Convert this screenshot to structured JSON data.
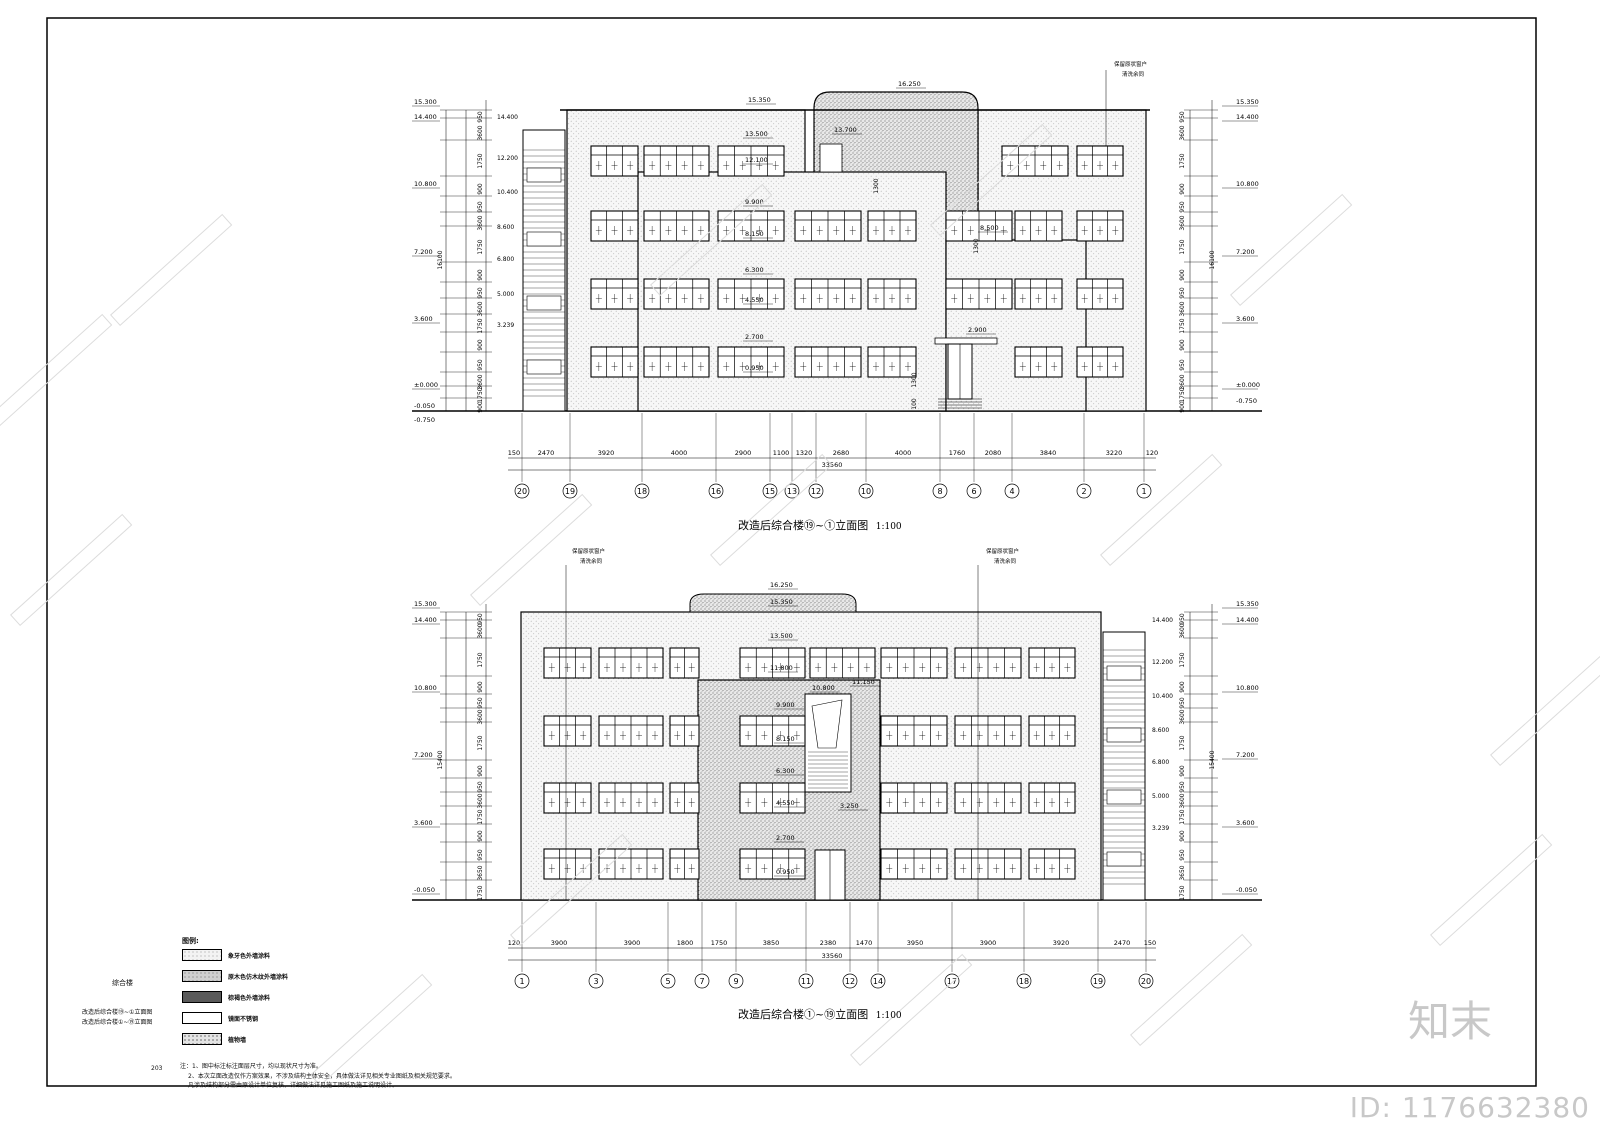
{
  "drawing": {
    "upper_title": "改造后综合楼⑲~①立面图",
    "upper_scale": "1:100",
    "lower_title": "改造后综合楼①~⑲立面图",
    "lower_scale": "1:100",
    "upper_callout": [
      "保留原状窗户",
      "清洗余同"
    ],
    "lower_callout_a": [
      "保留原状窗户",
      "清洗余同"
    ],
    "lower_callout_b": [
      "保留原状窗户",
      "清洗余同"
    ]
  },
  "upper_elev": {
    "left_levels": [
      "15.300",
      "14.400",
      "10.800",
      "7.200",
      "3.600",
      "±0.000",
      "-0.050",
      "-0.750"
    ],
    "right_levels": [
      "15.350",
      "14.400",
      "10.800",
      "7.200",
      "3.600",
      "±0.000",
      "-0.750"
    ],
    "stair_levels": [
      "14.400",
      "12.200",
      "10.400",
      "8.600",
      "6.800",
      "5.000",
      "3.239"
    ],
    "inner_levels": [
      "15.350",
      "13.500",
      "12.100",
      "9.900",
      "8.150",
      "6.300",
      "4.550",
      "2.700",
      "0.950",
      "2.900",
      "16.250",
      "13.700",
      "8.500"
    ],
    "left_dims": [
      "950",
      "3600",
      "1750",
      "900",
      "950",
      "3600",
      "1750",
      "900",
      "950",
      "3600",
      "1750",
      "900",
      "950",
      "3600",
      "1750",
      "900",
      "950",
      "750"
    ],
    "total_height": "16100",
    "misc_dims": [
      "1300",
      "1300",
      "1300",
      "100"
    ],
    "bottom_dims": [
      "150",
      "2470",
      "3920",
      "4000",
      "2900",
      "1100",
      "1320",
      "2680",
      "4000",
      "1760",
      "2080",
      "3840",
      "3220",
      "120"
    ],
    "total_width": "33560",
    "axes": [
      "20",
      "19",
      "18",
      "16",
      "15",
      "13",
      "12",
      "10",
      "8",
      "6",
      "4",
      "2",
      "1"
    ]
  },
  "lower_elev": {
    "left_levels": [
      "15.300",
      "14.400",
      "10.800",
      "7.200",
      "3.600",
      "-0.050"
    ],
    "right_levels": [
      "15.350",
      "14.400",
      "10.800",
      "7.200",
      "3.600",
      "-0.050"
    ],
    "stair_levels": [
      "14.400",
      "12.200",
      "10.400",
      "8.600",
      "6.800",
      "5.000",
      "3.239"
    ],
    "inner_levels": [
      "16.250",
      "15.350",
      "13.500",
      "11.800",
      "10.800",
      "11.150",
      "9.900",
      "8.150",
      "6.300",
      "4.550",
      "3.250",
      "2.700",
      "0.950"
    ],
    "left_dims": [
      "950",
      "3600",
      "1750",
      "900",
      "950",
      "3600",
      "1750",
      "900",
      "950",
      "3600",
      "1750",
      "900",
      "950",
      "3650",
      "1750",
      "1000"
    ],
    "total_height": "15400",
    "bottom_dims": [
      "120",
      "3900",
      "3900",
      "1800",
      "1750",
      "3850",
      "2380",
      "1470",
      "3950",
      "3900",
      "3920",
      "2470",
      "150"
    ],
    "total_width": "33560",
    "axes": [
      "1",
      "3",
      "5",
      "7",
      "9",
      "11",
      "12",
      "14",
      "17",
      "18",
      "19",
      "20"
    ]
  },
  "legend": {
    "title": "图例:",
    "items": [
      {
        "label": "象牙色外墙涂料",
        "pattern": "dots"
      },
      {
        "label": "原木色仿木纹外墙涂料",
        "pattern": "stipple"
      },
      {
        "label": "棕褐色外墙涂料",
        "pattern": "dark"
      },
      {
        "label": "镜面不锈钢",
        "pattern": "white"
      },
      {
        "label": "植物墙",
        "pattern": "dense"
      }
    ]
  },
  "side_labels": {
    "building": "综合楼",
    "item1": "改造后综合楼⑲~①立面图",
    "item2": "改造后综合楼①~⑲立面图",
    "page": "203"
  },
  "notes": [
    "注：1、图中标注标注面层尺寸，均以现状尺寸为准。",
    "2、本次立面改造仅作方案效果，不涉及结构主体安全，具体做法详见相关专业图纸及相关规范要求。",
    "凡涉及结构部分需由原设计单位复核，详细做法详见施工图纸及施工说明设计。"
  ],
  "watermark": {
    "logo": "知末",
    "id": "ID: 1176632380"
  }
}
